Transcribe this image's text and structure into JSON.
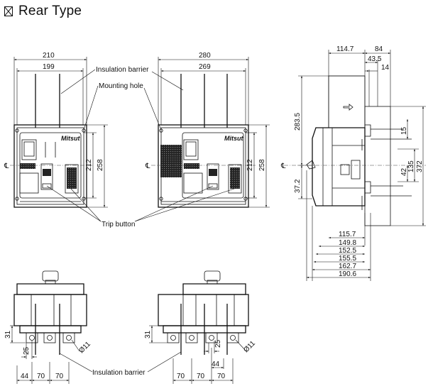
{
  "header": {
    "title": "Rear Type"
  },
  "labels": {
    "insulation_barrier_top": "Insulation barrier",
    "mounting_hole": "Mounting hole",
    "trip_button": "Trip button",
    "insulation_barrier_bottom": "Insulation barrier",
    "centerline": "℄"
  },
  "front_3p": {
    "overall_width": "210",
    "pitch_width": "199",
    "height_inner": "212",
    "height_outer": "258"
  },
  "front_4p": {
    "overall_width": "280",
    "pitch_width": "269",
    "height_inner": "212",
    "height_outer": "258"
  },
  "side": {
    "top_114": "114.7",
    "top_84": "84",
    "top_43": "43.5",
    "top_14": "14",
    "left_283": "283.5",
    "left_37": "37.2",
    "right_15": "15",
    "right_42": "42",
    "right_135": "135",
    "right_372": "372",
    "bottom": [
      "115.7",
      "149.8",
      "152.5",
      "155.5",
      "162.7",
      "190.6"
    ]
  },
  "bottom_3p": {
    "h31": "31",
    "d25": "25",
    "dia11": "Ø11",
    "w44": "44",
    "w70a": "70",
    "w70b": "70"
  },
  "bottom_4p": {
    "h31": "31",
    "d25": "25",
    "dia11": "Ø11",
    "w70a": "70",
    "w70b": "70",
    "w44": "44",
    "w70c": "70"
  },
  "colors": {
    "ink": "#111111",
    "hatch": "#111111",
    "face": "#ffffff"
  }
}
